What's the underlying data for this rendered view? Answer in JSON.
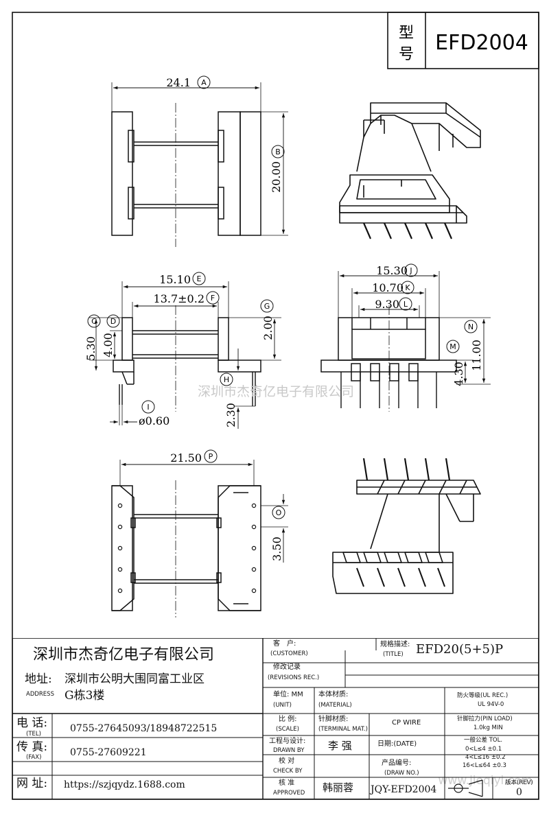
{
  "header": {
    "model_label_1": "型",
    "model_label_2": "号",
    "model_value": "EFD2004"
  },
  "dims": {
    "A": "24.1",
    "B": "20.00",
    "E": "15.10",
    "F": "13.7±0.2",
    "G": "2.00",
    "C": "5.30",
    "D": "4.00",
    "H": "2.30",
    "I": "ø0.60",
    "J": "15.30",
    "K": "10.70",
    "L": "9.30",
    "N": "11.00",
    "M": "4.30",
    "P": "21.50",
    "O": "3.50"
  },
  "tags": [
    "A",
    "B",
    "C",
    "D",
    "E",
    "F",
    "G",
    "H",
    "I",
    "J",
    "K",
    "L",
    "M",
    "N",
    "O",
    "P"
  ],
  "watermark": {
    "center": "深圳市杰奇亿电子有限公司",
    "corner": "www.jieqiyi.com"
  },
  "title_block": {
    "company": "深圳市杰奇亿电子有限公司",
    "address_label": "地址:",
    "address_label_en": "ADDRESS",
    "address_line1": "深圳市公明大围同富工业区",
    "address_line2": "G栋3楼",
    "tel_label": "电 话:",
    "tel_label_en": "(TEL)",
    "tel_value": "0755-27645093/18948722515",
    "fax_label": "传 真:",
    "fax_label_en": "(FAX)",
    "fax_value": "0755-27609221",
    "web_label": "网 址:",
    "web_value": "https://szjqydz.1688.com",
    "customer_label": "客　户:",
    "customer_label_en": "(CUSTOMER)",
    "title_label": "规格描述:",
    "title_label_en": "(TITLE)",
    "title_value": "EFD20(5+5)P",
    "revisions_label": "修改记录",
    "revisions_label_en": "(REVISIONS REC.)",
    "unit_label": "单位: MM",
    "unit_label_en": "(UNIT)",
    "material_label": "本体材质:",
    "material_label_en": "(MATERIAL)",
    "ul_label": "防火等级(UL REC.)",
    "ul_value": "UL 94V-0",
    "scale_label": "比 例:",
    "scale_label_en": "(SCALE)",
    "terminal_label": "针脚材质:",
    "terminal_label_en": "(TERMINAL MAT.)",
    "terminal_value": "CP WIRE",
    "pin_load_label": "针脚拉力(PIN LOAD)",
    "pin_load_value": "1.0kg MIN",
    "drawn_label": "工程与设计:",
    "drawn_label_en": "DRAWN BY",
    "drawn_value": "李 强",
    "date_label": "日期:(DATE)",
    "tol_label": "一般公差 TOL.",
    "tol_1": "0<L≤4  ±0.1",
    "tol_2": "4<L≤16 ±0.2",
    "tol_3": "16<L≤64 ±0.3",
    "check_label": "校 对",
    "check_label_en": "CHECK BY",
    "drawno_label": "产品编号:",
    "drawno_label_en": "(DRAW NO.)",
    "approved_label": "核 准",
    "approved_label_en": "APPROVED",
    "approved_value": "韩丽蓉",
    "drawno_value": "JQY-EFD2004",
    "rev_label": "版本(REV)",
    "rev_value": "0"
  }
}
